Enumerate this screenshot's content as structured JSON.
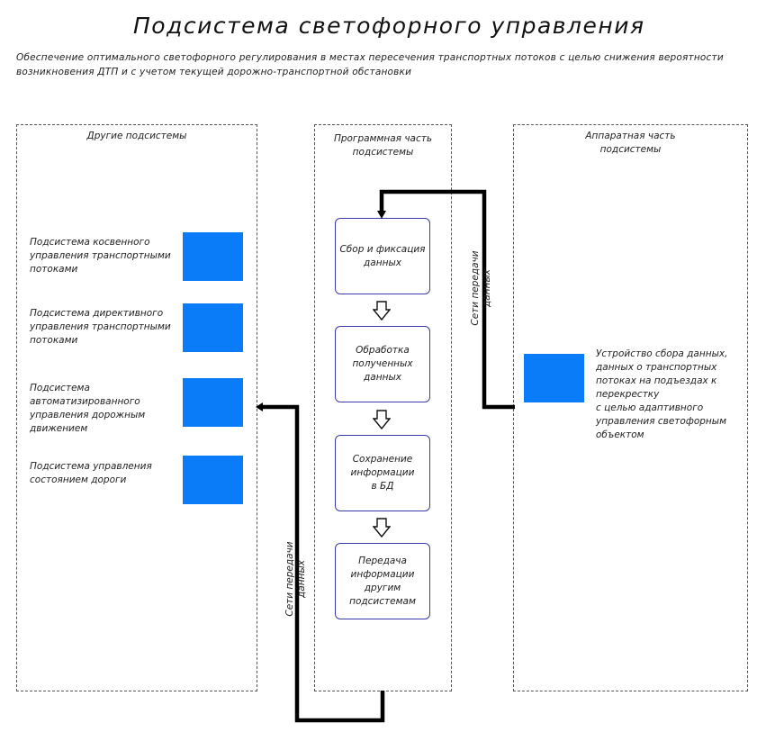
{
  "header": {
    "title": "Подсистема светофорного управления",
    "description_line1": "Обеспечение оптимального светофорного регулирования в местах пересечения транспортных потоков с целью снижения вероятности",
    "description_line2": "возникновения ДТП и с учетом текущей дорожно-транспортной обстановки"
  },
  "panels": {
    "left": {
      "title": "Другие подсистемы",
      "items": [
        {
          "label_lines": [
            "Подсистема косвенного",
            "управления транспортными",
            "потоками"
          ]
        },
        {
          "label_lines": [
            "Подсистема директивного",
            "управления транспортными",
            "потоками"
          ]
        },
        {
          "label_lines": [
            "Подсистема",
            "автоматизированного",
            "управления дорожным",
            "движением"
          ]
        },
        {
          "label_lines": [
            "Подсистема управления",
            "состоянием дороги"
          ]
        }
      ]
    },
    "middle": {
      "title_lines": [
        "Программная часть",
        "подсистемы"
      ],
      "steps": [
        {
          "label_lines": [
            "Сбор и фиксация",
            "данных"
          ]
        },
        {
          "label_lines": [
            "Обработка",
            "полученных",
            "данных"
          ]
        },
        {
          "label_lines": [
            "Сохранение",
            "информации",
            "в БД"
          ]
        },
        {
          "label_lines": [
            "Передача",
            "информации",
            "другим",
            "подсистемам"
          ]
        }
      ]
    },
    "right": {
      "title_lines": [
        "Аппаратная часть",
        "подсистемы"
      ],
      "device_label_lines": [
        "Устройство сбора данных,",
        "данных о транспортных",
        "потоках на подъездах к",
        "перекрестку",
        "с целью адаптивного",
        "управления светофорным",
        "объектом"
      ]
    }
  },
  "connectors": {
    "upper_label_lines": [
      "Сети передачи",
      "данных"
    ],
    "lower_label_lines": [
      "Сети передачи",
      "данных"
    ]
  },
  "colors": {
    "subsystem_block": "#0a7cf8",
    "flow_border": "#3a3aa8",
    "connector": "#000000",
    "panel_border": "#555555"
  }
}
